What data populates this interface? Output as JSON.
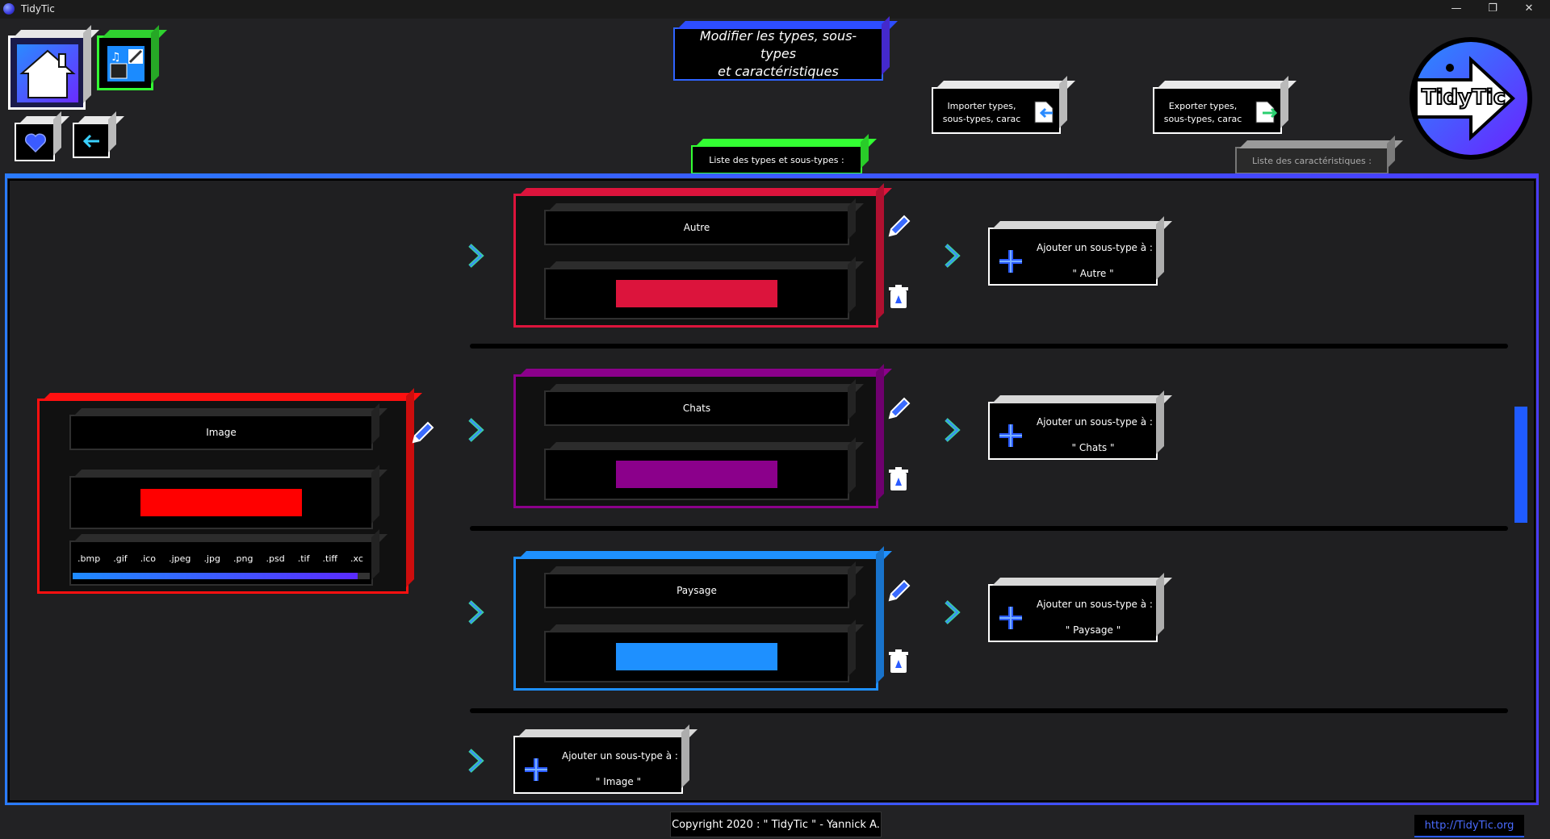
{
  "window": {
    "title": "TidyTic",
    "controls": [
      "—",
      "❐",
      "✕"
    ]
  },
  "header": {
    "title_line1": "Modifier les types, sous-types",
    "title_line2": "et caractéristiques",
    "import_line1": "Importer types,",
    "import_line2": "sous-types, carac",
    "export_line1": "Exporter types,",
    "export_line2": "sous-types, carac",
    "logo_text": "TidyTic"
  },
  "tabs": {
    "types": "Liste des types et sous-types :",
    "characteristics": "Liste des caractéristiques :"
  },
  "type": {
    "name": "Image",
    "color": "#ff0000",
    "extensions": [
      ".bmp",
      ".gif",
      ".ico",
      ".jpeg",
      ".jpg",
      ".png",
      ".psd",
      ".tif",
      ".tiff",
      ".xc"
    ],
    "add_label": "Ajouter un sous-type à :",
    "add_target": "\" Image \""
  },
  "subtypes": [
    {
      "name": "Autre",
      "color": "#dc143c",
      "add_label": "Ajouter un sous-type à :",
      "add_target": "\" Autre \""
    },
    {
      "name": "Chats",
      "color": "#8b008b",
      "add_label": "Ajouter un sous-type à :",
      "add_target": "\" Chats \""
    },
    {
      "name": "Paysage",
      "color": "#1e90ff",
      "add_label": "Ajouter un sous-type à :",
      "add_target": "\" Paysage \""
    }
  ],
  "footer": {
    "copyright": "Copyright 2020 : \" TidyTic \" - Yannick A.",
    "link": "http://TidyTic.org"
  },
  "colors": {
    "accent_blue": "#2a5bff",
    "accent_violet": "#5533ff",
    "accent_green": "#33ff33"
  }
}
